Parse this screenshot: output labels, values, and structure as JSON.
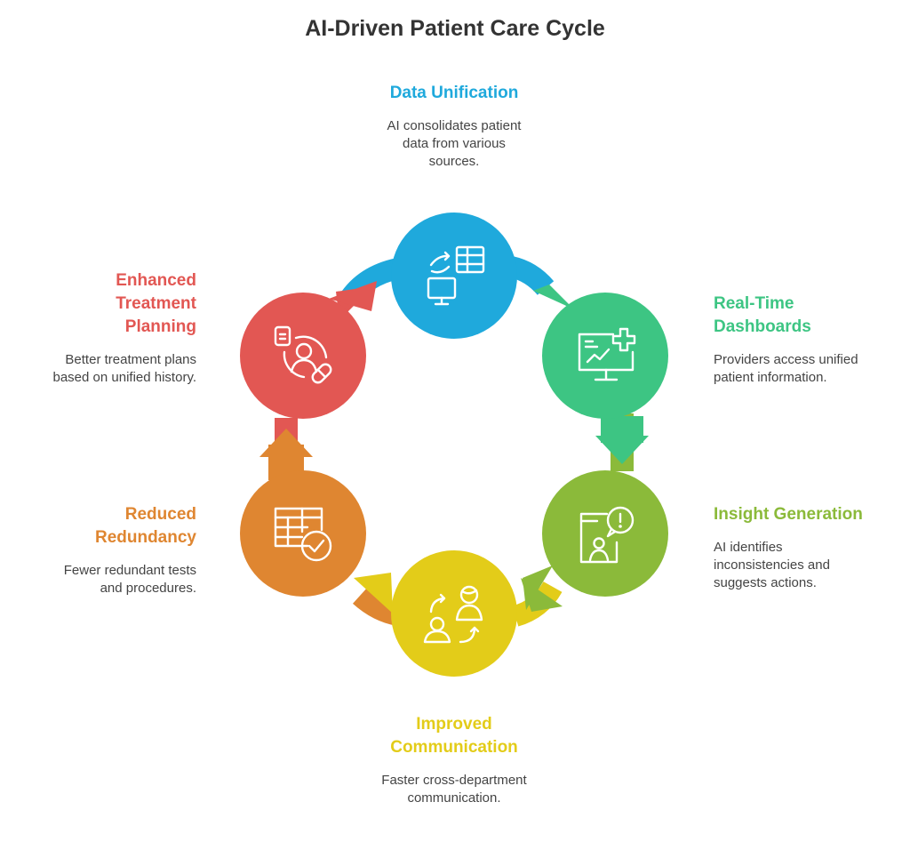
{
  "title": "AI-Driven Patient Care Cycle",
  "steps": [
    {
      "heading": "Data Unification",
      "description": "AI consolidates patient\ndata from various\nsources.",
      "color": "#1FA9DC",
      "icon": "data-sync-icon"
    },
    {
      "heading": "Real-Time\nDashboards",
      "description": "Providers access unified\npatient information.",
      "color": "#3DC583",
      "icon": "monitor-chart-plus-icon"
    },
    {
      "heading": "Insight Generation",
      "description": "AI identifies\ninconsistencies and\nsuggests actions.",
      "color": "#8BBA3A",
      "icon": "phone-alert-user-icon"
    },
    {
      "heading": "Improved\nCommunication",
      "description": "Faster cross-department\ncommunication.",
      "color": "#E3CC19",
      "icon": "users-exchange-icon"
    },
    {
      "heading": "Reduced\nRedundancy",
      "description": "Fewer redundant tests\nand procedures.",
      "color": "#DF8631",
      "icon": "table-check-icon"
    },
    {
      "heading": "Enhanced\nTreatment\nPlanning",
      "description": "Better treatment plans\nbased on unified history.",
      "color": "#E25753",
      "icon": "patient-pill-icon"
    }
  ]
}
